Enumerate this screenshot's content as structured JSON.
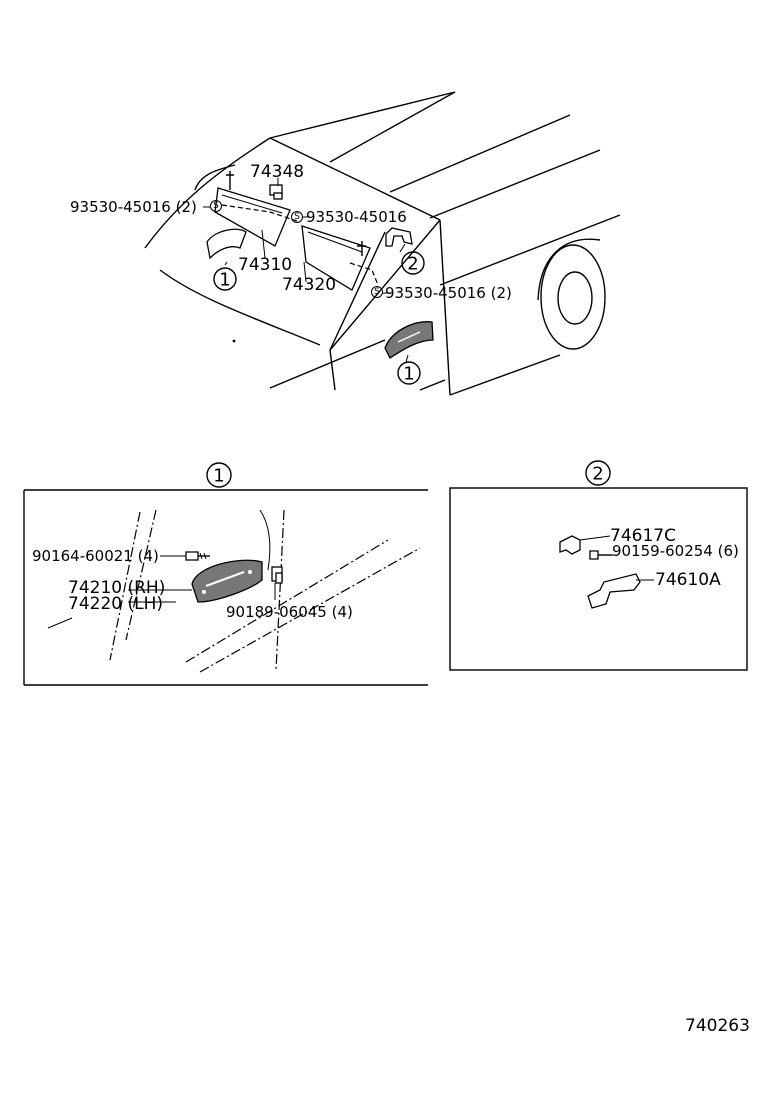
{
  "overview": {
    "labels": {
      "p74348": "74348",
      "p93530_left": "93530-45016 (2)",
      "p93530_mid": "93530-45016",
      "p74310": "74310",
      "p74320": "74320",
      "p93530_right": "93530-45016 (2)"
    },
    "callouts": {
      "c1_left": "1",
      "c1_right": "1",
      "c2": "2"
    },
    "screw_marks": {
      "s1": "S",
      "s2": "S",
      "s3": "S"
    }
  },
  "detail1": {
    "callout": "1",
    "labels": {
      "p90164": "90164-60021 (4)",
      "p74210": "74210 (RH)",
      "p74220": "74220 (LH)",
      "p90189": "90189-06045 (4)"
    }
  },
  "detail2": {
    "callout": "2",
    "labels": {
      "p74617c": "74617C",
      "p90159": "90159-60254 (6)",
      "p74610a": "74610A"
    }
  },
  "figure_code": "740263"
}
